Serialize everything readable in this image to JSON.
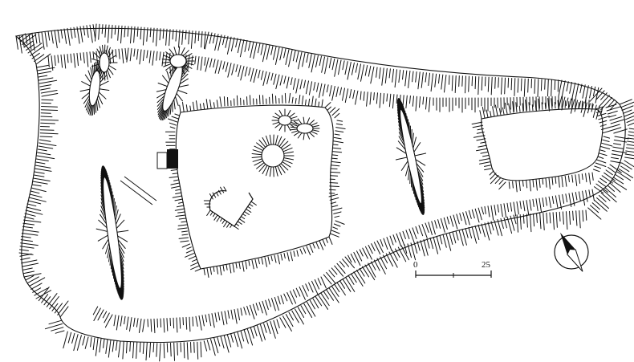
{
  "scale_bar": {
    "start_label": "0",
    "end_label": "25"
  },
  "map_features": {
    "hachure_icon": "hachure-slope-lines",
    "north_arrow_icon": "compass-rose-icon",
    "tower_icon": "tower-ruin-icon"
  },
  "colors": {
    "ink": "#111111",
    "paper": "#ffffff"
  }
}
